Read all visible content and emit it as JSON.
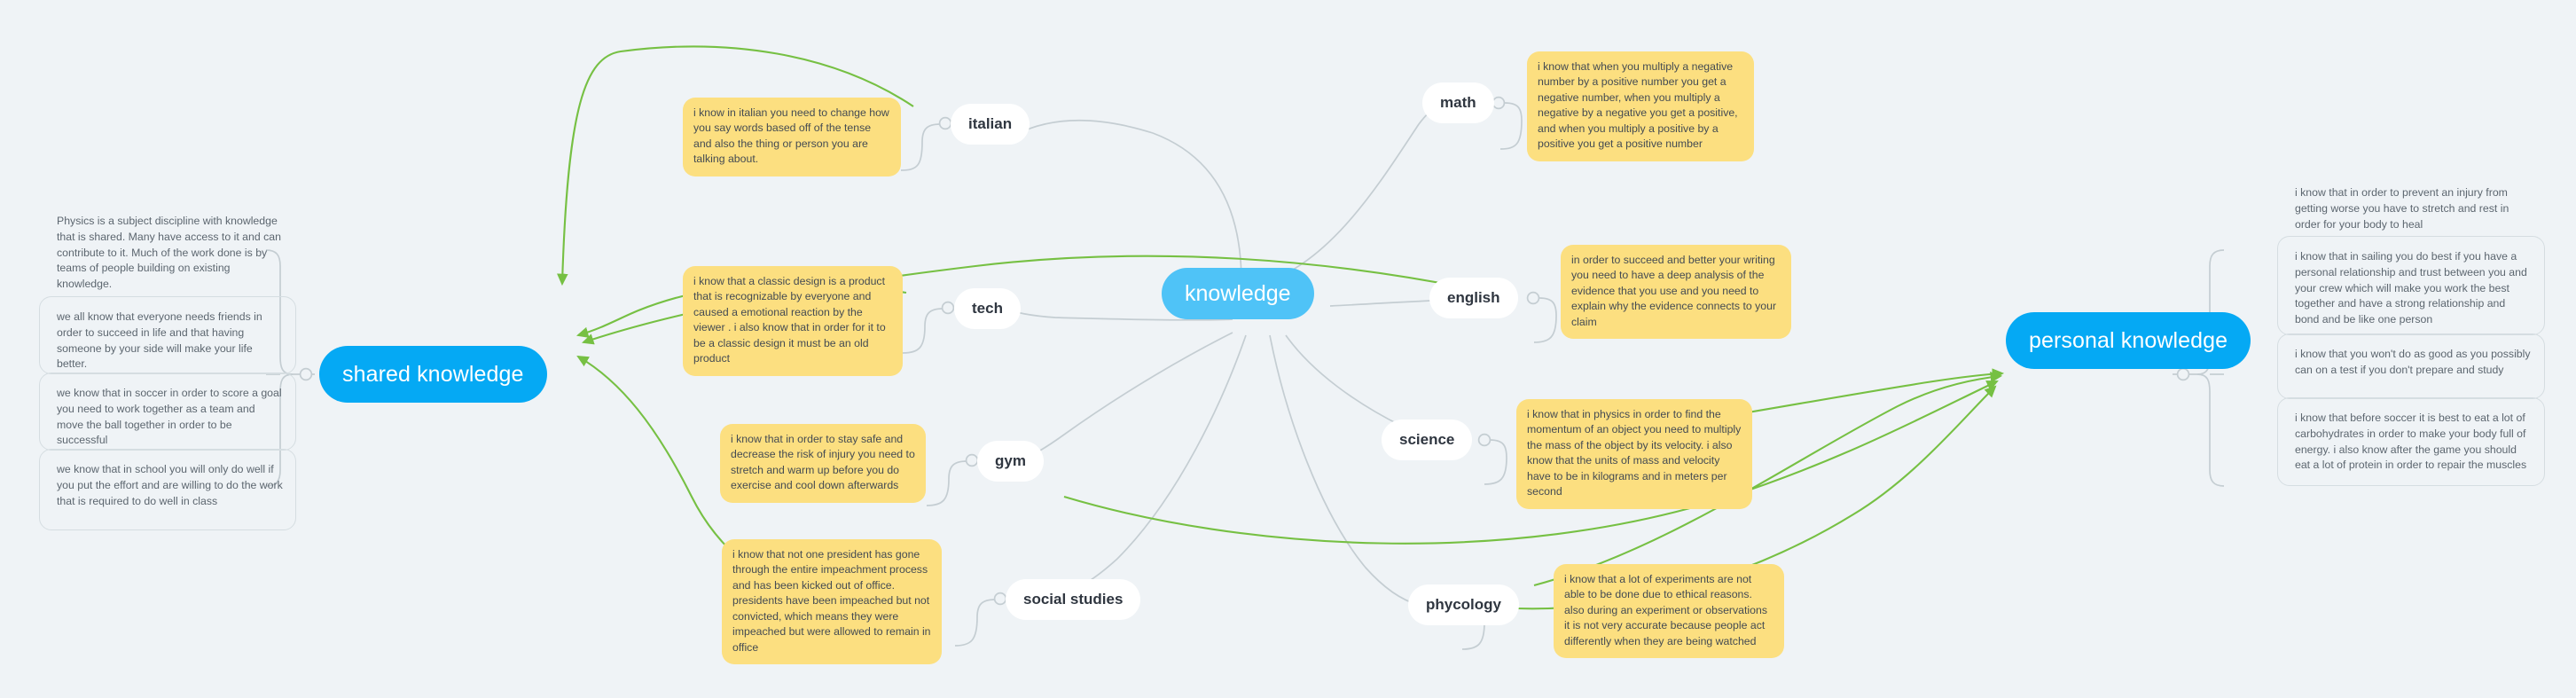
{
  "canvas": {
    "background": "#eff3f6",
    "link_color": "#c4cdd2",
    "arrow_color": "#76c043",
    "hub_color": "#05a9f4",
    "center_color": "#4fc3f7",
    "note_yellow": "#fcdf80",
    "subject_bg": "#ffffff"
  },
  "center": {
    "label": "knowledge"
  },
  "hubs": {
    "shared": {
      "label": "shared knowledge"
    },
    "personal": {
      "label": "personal knowledge"
    }
  },
  "subjects": [
    {
      "id": "italian",
      "label": "italian"
    },
    {
      "id": "math",
      "label": "math"
    },
    {
      "id": "tech",
      "label": "tech"
    },
    {
      "id": "english",
      "label": "english"
    },
    {
      "id": "gym",
      "label": "gym"
    },
    {
      "id": "science",
      "label": "science"
    },
    {
      "id": "social-studies",
      "label": "social studies"
    },
    {
      "id": "phycology",
      "label": "phycology"
    }
  ],
  "yellow_notes": [
    {
      "id": "italian-note",
      "subject": "italian",
      "text": "i know in italian you need to change how you say words based off of the tense and also the thing or person you are talking about."
    },
    {
      "id": "math-note",
      "subject": "math",
      "text": "i know that when you multiply a negative number by a positive number you get a negative number, when you multiply a negative by a negative you get a positive, and when you multiply a positive by a positive you get a positive number"
    },
    {
      "id": "tech-note",
      "subject": "tech",
      "text": "i know that a classic design is a product that is recognizable by everyone and caused a emotional reaction by the viewer . i also know that in order for it to be a classic design it must be an old product"
    },
    {
      "id": "english-note",
      "subject": "english",
      "text": "in order to succeed and better your writing you need to have a deep analysis of the evidence that you use and you need to explain why the evidence connects to your claim"
    },
    {
      "id": "gym-note",
      "subject": "gym",
      "text": "i know that in order to stay safe and decrease the risk of injury you need to stretch and warm up before you do exercise and cool down afterwards"
    },
    {
      "id": "science-note",
      "subject": "science",
      "text": "i know that in physics in order to find the momentum of an object you need to multiply the mass of the object by its velocity. i also know that the units of mass and velocity have to be in kilograms and in meters per second"
    },
    {
      "id": "social-studies-note",
      "subject": "social-studies",
      "text": "i know that not one president has gone through the entire impeachment process and has been kicked out of office. presidents have been impeached but not convicted, which means they were impeached but were allowed to remain in office"
    },
    {
      "id": "phycology-note",
      "subject": "phycology",
      "text": "i know that a lot of experiments are not able to be done due to ethical reasons. also during an experiment or observations it is not very accurate because people act differently when they are being watched"
    }
  ],
  "shared_notes": [
    {
      "id": "shared-note-1",
      "text": "Physics is a subject discipline with knowledge that is shared. Many have access to it and can contribute to it. Much of the work done is by teams of people building on existing knowledge."
    },
    {
      "id": "shared-note-2",
      "text": "we all know that everyone needs friends in order to succeed in life and that having someone by your side will make your life better."
    },
    {
      "id": "shared-note-3",
      "text": "we know that in soccer in order to score a goal you need to work together as a team and move the ball together in order to be successful"
    },
    {
      "id": "shared-note-4",
      "text": "we know that in school you will only do well if you put the effort and are willing to do the work that is required to do well in class"
    }
  ],
  "personal_notes": [
    {
      "id": "personal-note-1",
      "text": "i know that in order to prevent an injury from getting worse you have to stretch and rest in order for your body to heal"
    },
    {
      "id": "personal-note-2",
      "text": "i know that in sailing you do best if you have a personal relationship and trust between you and your crew which will make you work the best together and have a strong relationship and bond and be like one person"
    },
    {
      "id": "personal-note-3",
      "text": "i know that you won't do as good as you possibly can on a test if you don't prepare and study"
    },
    {
      "id": "personal-note-4",
      "text": "i know that before soccer it is best to eat a lot of carbohydrates in order to make your body full of energy. i also know after the game you should eat a lot of protein in order to repair the muscles"
    }
  ]
}
